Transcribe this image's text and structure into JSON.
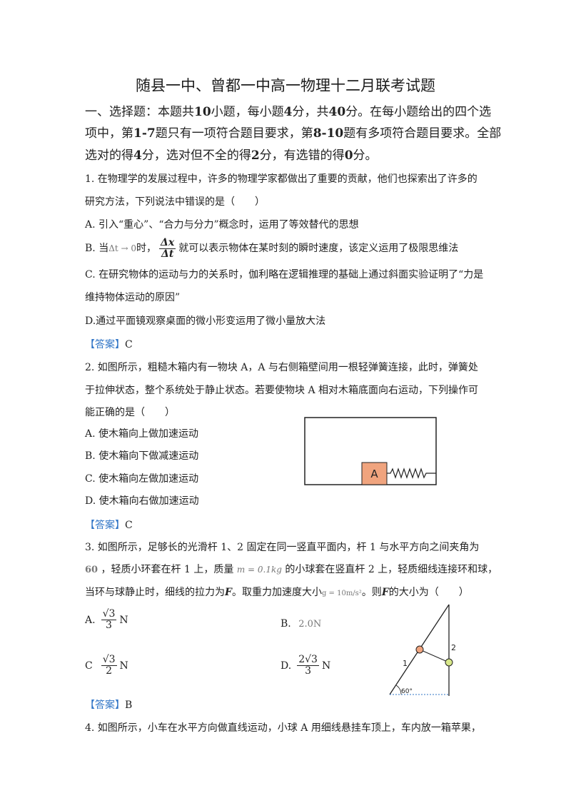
{
  "title": "随县一中、曾都一中高一物理十二月联考试题",
  "section": {
    "l1_a": "一、选择题：本题共",
    "l1_n1": "10",
    "l1_b": "小题，每小题",
    "l1_n2": "4",
    "l1_c": "分，共",
    "l1_n3": "40",
    "l1_d": "分。在每小题给出的四个选",
    "l2_a": "项中，第",
    "l2_n1": "1-7",
    "l2_b": "题只有一项符合题目要求，第",
    "l2_n2": "8-10",
    "l2_c": "题有多项符合题目要求。全部",
    "l3_a": "选对的得",
    "l3_n1": "4",
    "l3_b": "分，选对但不全的得",
    "l3_n2": "2",
    "l3_c": "分，有选错的得",
    "l3_n3": "0",
    "l3_d": "分。"
  },
  "q1": {
    "stem1": "1. 在物理学的发展过程中，许多的物理学家都做出了重要的贡献，他们也探索出了许多的",
    "stem2": "研究方法，下列说法中错误的是（　　）",
    "a": "A. 引入“重心”、“合力与分力”概念时，运用了等效替代的思想",
    "b_pre": "B. 当",
    "b_cond": "Δt → 0",
    "b_mid": "时，",
    "b_num": "Δx",
    "b_den": "Δt",
    "b_post": "就可以表示物体在某时刻的瞬时速度，该定义运用了极限思维法",
    "c1": "C. 在研究物体的运动与力的关系时，伽利略在逻辑推理的基础上通过斜面实验证明了“力是",
    "c2": "维持物体运动的原因”",
    "d": "D.通过平面镜观察桌面的微小形变运用了微小量放大法",
    "answer_label": "【答案】",
    "answer": "C"
  },
  "q2": {
    "stem1": "2. 如图所示，粗糙木箱内有一物块 A，A 与右侧箱壁间用一根轻弹簧连接，此时，弹簧处",
    "stem2": "于拉伸状态，整个系统处于静止状态。若要使物块 A 相对木箱底面向右运动，下列操作可",
    "stem3": "能正确的是（　　）",
    "a": "A. 使木箱向上做加速运动",
    "b": "B. 使木箱向下做减速运动",
    "c": "C. 使木箱向左做加速运动",
    "d": "D. 使木箱向右做加速运动",
    "block_label": "A",
    "answer_label": "【答案】",
    "answer": "C"
  },
  "q3": {
    "stem1": "3. 如图所示，足够长的光滑杆 1、2 固定在同一竖直平面内，杆 1 与水平方向之间夹角为",
    "s2_angle": "60",
    "s2_a": "，轻质小环套在杆 1 上，质量",
    "s2_mass": "m = 0.1kg",
    "s2_b": "的小球套在竖直杆 2 上，轻质细线连接环和球，",
    "s3_a": "当环与球静止时，细线的拉力为",
    "s3_F": "F",
    "s3_b": "。取重力加速度大小",
    "s3_g": "g = 10m/s²",
    "s3_c": "。则",
    "s3_F2": "F",
    "s3_d": "的大小为（　　）",
    "a_label": "A.",
    "a_num": "√3",
    "a_den": "3",
    "a_unit": "N",
    "b_label": "B.",
    "b_val": "2.0N",
    "c_label": "C",
    "c_num": "√3",
    "c_den": "2",
    "c_unit": "N",
    "d_label": "D.",
    "d_num": "2√3",
    "d_den": "3",
    "d_unit": "N",
    "fig_label1": "1",
    "fig_label2": "2",
    "fig_angle": "60°",
    "answer_label": "【答案】",
    "answer": "B"
  },
  "q4": {
    "stem1": "4. 如图所示，小车在水平方向做直线运动，小球 A 用细线悬挂车顶上，车内放一箱苹果，"
  }
}
